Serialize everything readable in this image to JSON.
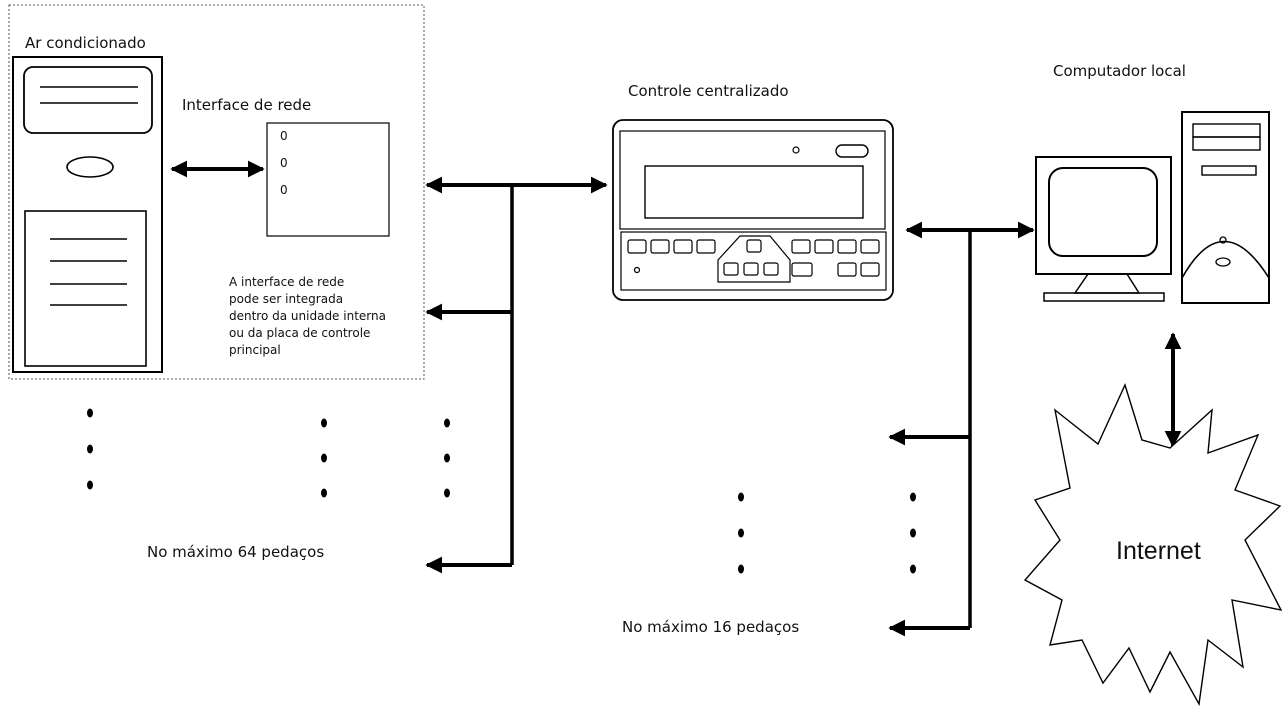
{
  "labels": {
    "air_conditioner": "Ar condicionado",
    "network_interface": "Interface de rede",
    "central_control": "Controle centralizado",
    "local_computer": "Computador local",
    "note_lines": [
      "A interface de rede",
      "pode ser integrada",
      "dentro da unidade interna",
      "ou da placa de controle",
      "principal"
    ],
    "max_64": "No máximo 64 pedaços",
    "max_16": "No máximo 16 pedaços",
    "internet": "Internet",
    "interface_ports": [
      "0",
      "0",
      "0"
    ]
  }
}
